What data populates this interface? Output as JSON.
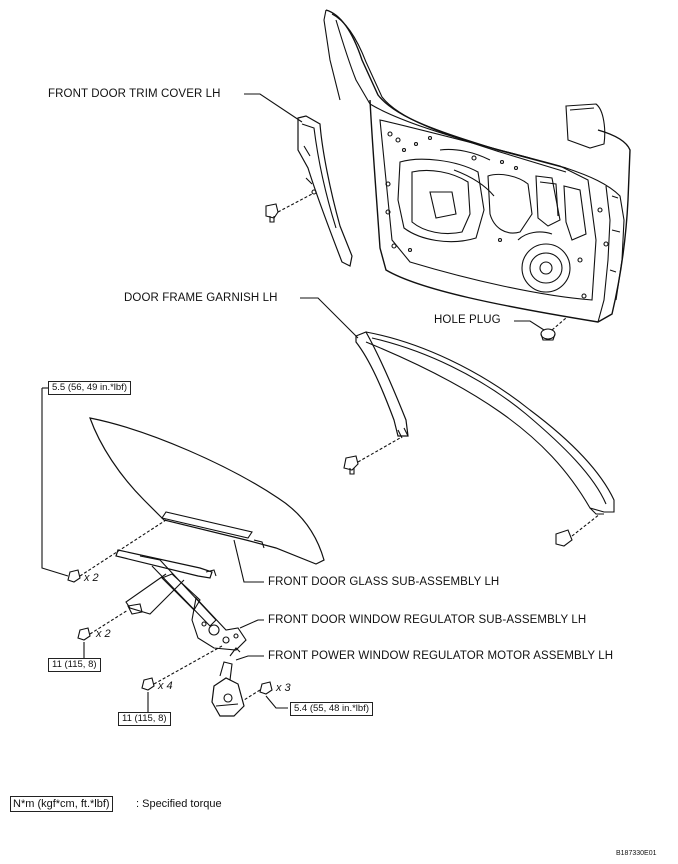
{
  "labels": {
    "trim_cover": "FRONT DOOR TRIM COVER LH",
    "frame_garnish": "DOOR FRAME GARNISH LH",
    "hole_plug": "HOLE PLUG",
    "door_glass": "FRONT DOOR GLASS SUB-ASSEMBLY LH",
    "regulator": "FRONT DOOR WINDOW REGULATOR SUB-ASSEMBLY LH",
    "motor": "FRONT POWER WINDOW REGULATOR MOTOR ASSEMBLY LH"
  },
  "torques": {
    "glass_bolts": "5.5 (56, 49 in.*lbf)",
    "regulator_bolts_a": "11 (115, 8)",
    "regulator_bolts_b": "11 (115, 8)",
    "motor_screws": "5.4 (55, 48 in.*lbf)"
  },
  "quantities": {
    "glass_bolts": "x 2",
    "regulator_bolts_a": "x 2",
    "regulator_bolts_b": "x 4",
    "motor_screws": "x 3"
  },
  "legend": {
    "unit_box": "N*m (kgf*cm, ft.*lbf)",
    "description": ": Specified torque"
  },
  "figure_code": "B187330E01"
}
